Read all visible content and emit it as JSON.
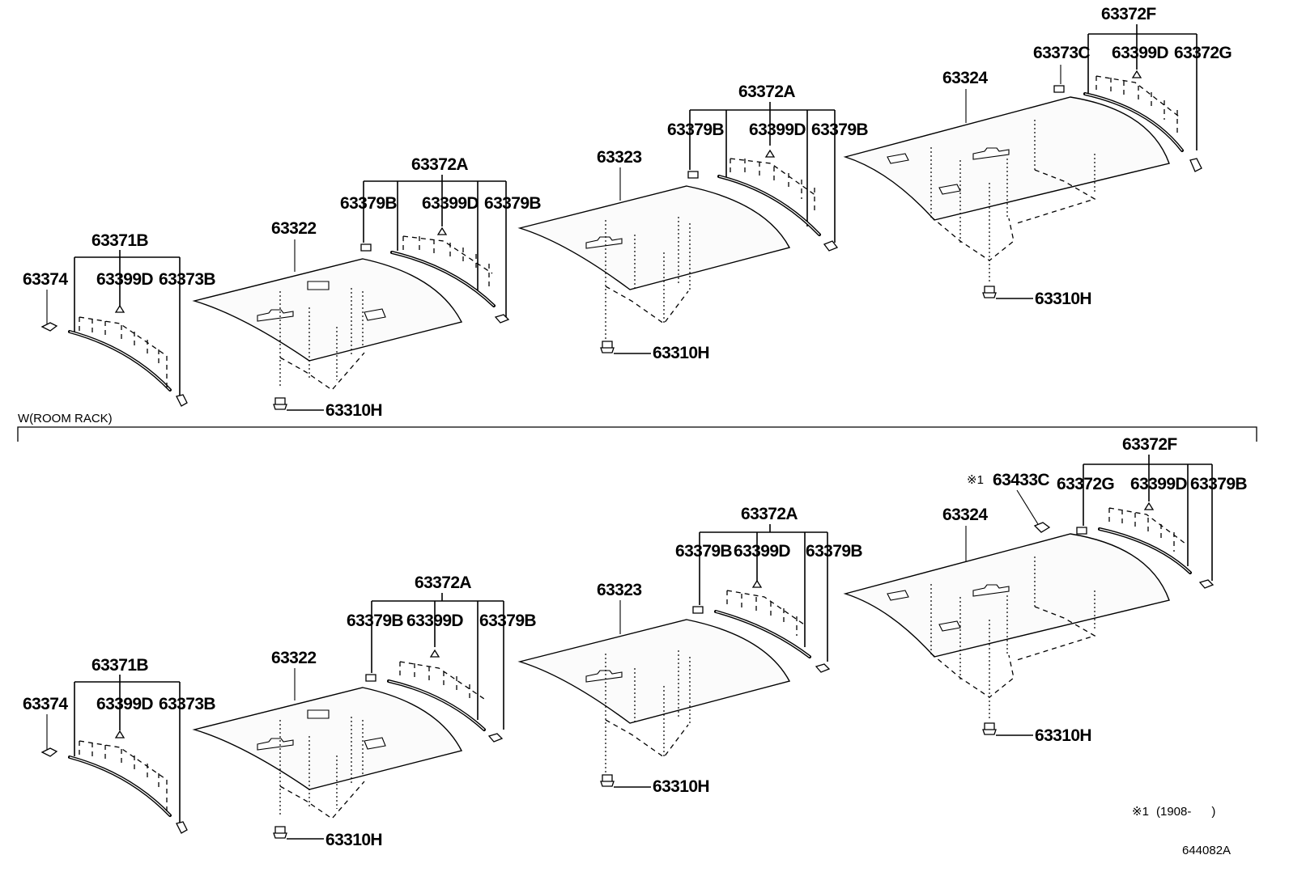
{
  "top_section": {
    "assemblies": [
      {
        "callout": "63371B",
        "parts": [
          "63374",
          "63399D",
          "63373B"
        ]
      },
      {
        "panel": "63322",
        "callout": "63372A",
        "parts": [
          "63379B",
          "63399D",
          "63379B"
        ],
        "screw": "63310H"
      },
      {
        "panel": "63323",
        "callout": "63372A",
        "parts": [
          "63379B",
          "63399D",
          "63379B"
        ],
        "screw": "63310H"
      },
      {
        "panel": "63324",
        "callout": "63372F",
        "parts": [
          "63373C",
          "63399D",
          "63372G"
        ],
        "screw": "63310H"
      }
    ]
  },
  "divider": {
    "label": "W(ROOM RACK)"
  },
  "bottom_section": {
    "assemblies": [
      {
        "callout": "63371B",
        "parts": [
          "63374",
          "63399D",
          "63373B"
        ]
      },
      {
        "panel": "63322",
        "callout": "63372A",
        "parts": [
          "63379B",
          "63399D",
          "63379B"
        ],
        "screw": "63310H"
      },
      {
        "panel": "63323",
        "callout": "63372A",
        "parts": [
          "63379B",
          "63399D",
          "63379B"
        ],
        "screw": "63310H"
      },
      {
        "panel": "63324",
        "callout": "63372F",
        "parts": [
          "63372G",
          "63399D",
          "63379B"
        ],
        "screw": "63310H"
      }
    ],
    "extra_part": {
      "mark": "※1",
      "part": "63433C"
    }
  },
  "footnote": {
    "mark": "※1",
    "text": "(1908-      )"
  },
  "diagram_code": "644082A"
}
